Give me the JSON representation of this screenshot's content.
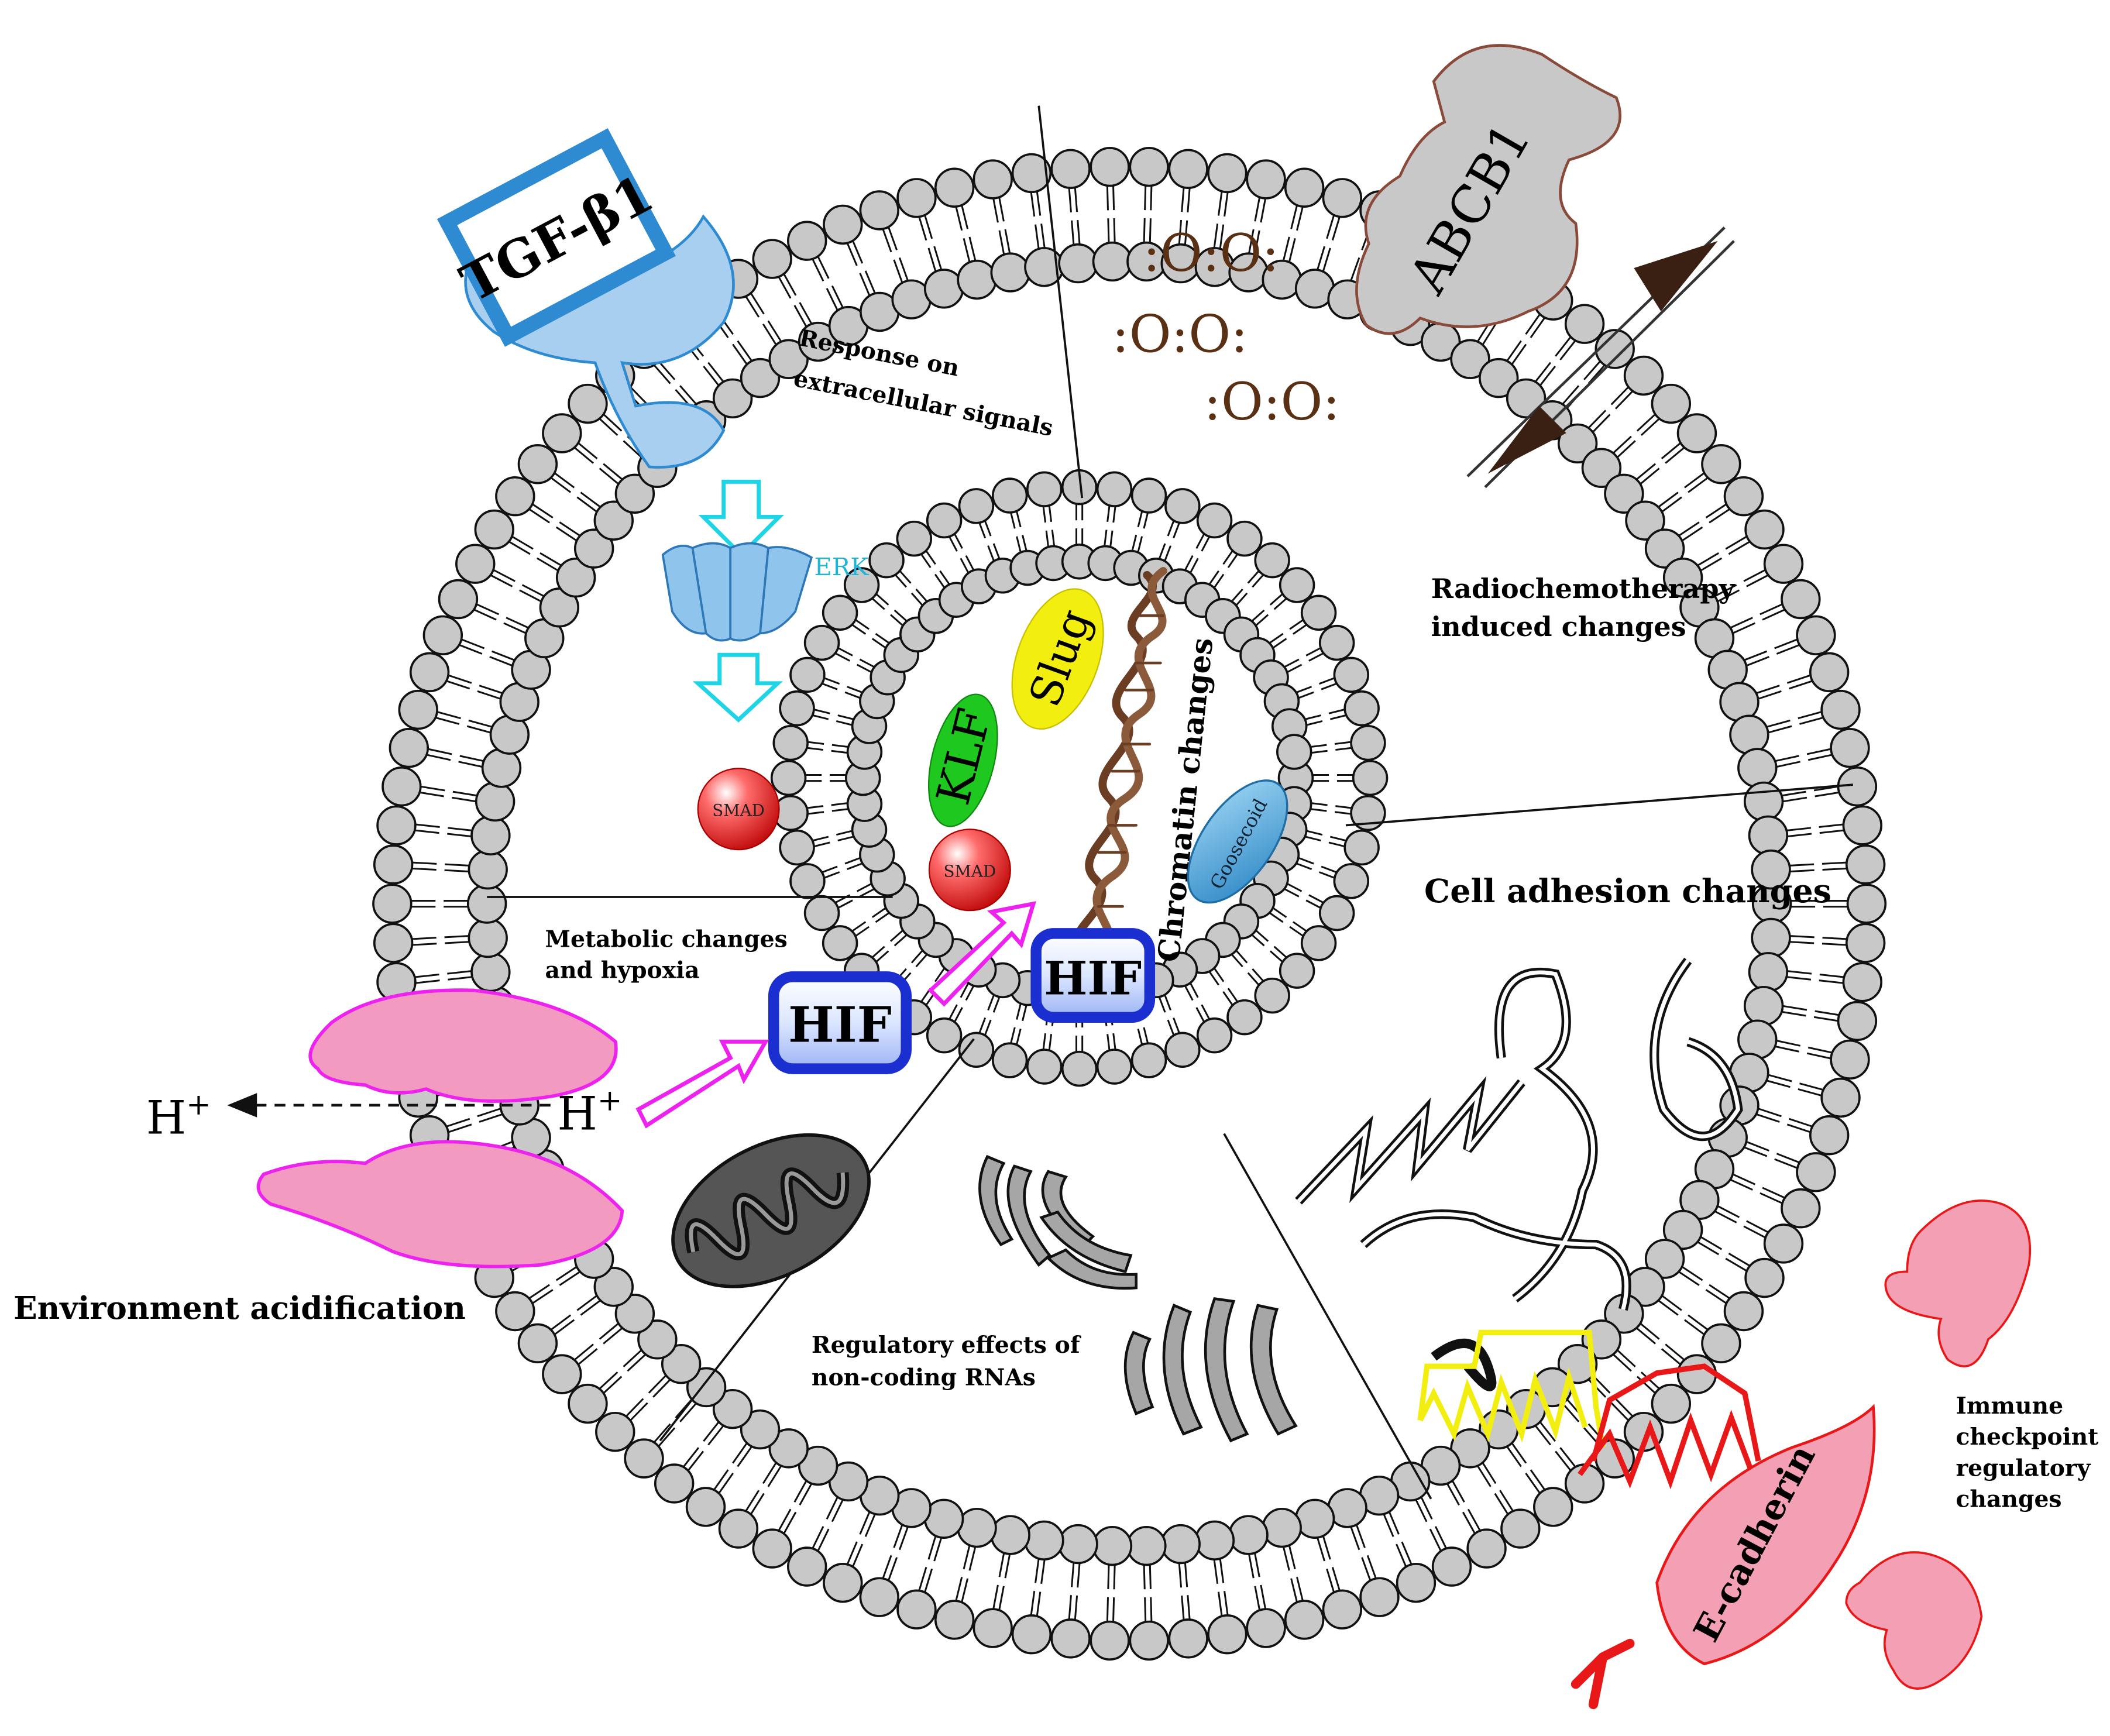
{
  "labels": {
    "tgf": "TGF-β1",
    "abcb1": "ABCB1",
    "erk": "ERK",
    "smad_a": "SMAD",
    "smad_b": "SMAD",
    "klf": "KLF",
    "slug": "Slug",
    "goosecoid": "Goosecoid",
    "hif_a": "HIF",
    "hif_b": "HIF",
    "ecadherin": "E-cadherin",
    "h_plus": "H",
    "h_plus_sup": "+",
    "ros": ":O:O:",
    "chromatin": "Chromatin changes",
    "response_1": "Response on",
    "response_2": "extracellular signals",
    "radio_1": "Radiochemotherapy",
    "radio_2": "induced changes",
    "adhesion": "Cell adhesion changes",
    "metabolic_1": "Metabolic changes",
    "metabolic_2": "and hypoxia",
    "environment": "Environment acidification",
    "regulatory_1": "Regulatory effects of",
    "regulatory_2": "non-coding RNAs",
    "immune_1": "Immune",
    "immune_2": "checkpoint",
    "immune_3": "regulatory",
    "immune_4": "changes"
  },
  "colors": {
    "lipid_head": "#c8c8c8",
    "tgf_blue": "#2e8bd1",
    "tgf_light": "#a9cff0",
    "erk_arrow": "#20d4e8",
    "smad_red": "#e01818",
    "klf_green": "#1ec81e",
    "slug_yellow": "#f2ee10",
    "goosecoid_blue": "#4aa0d8",
    "hif_blue": "#1b2fd0",
    "magenta": "#ee22ee",
    "pink": "#f39ac0",
    "ecadherin_pink": "#f4a0b4",
    "red": "#e81818",
    "dna_brown": "#6b3d22",
    "ros_brown": "#5a3015",
    "mito_dark": "#555555"
  }
}
